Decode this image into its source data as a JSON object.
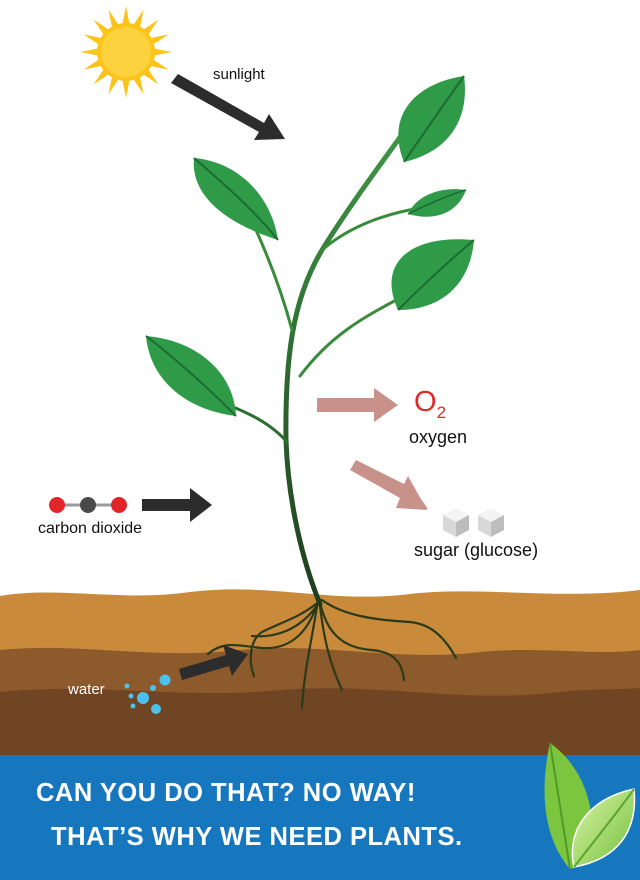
{
  "labels": {
    "sunlight": "sunlight",
    "oxygen_formula": "O",
    "oxygen_subscript": "2",
    "oxygen": "oxygen",
    "carbon_dioxide": "carbon dioxide",
    "sugar": "sugar (glucose)",
    "water": "water"
  },
  "banner": {
    "line1": "CAN YOU DO THAT? NO WAY!",
    "line2": "THAT’S WHY WE NEED PLANTS."
  },
  "colors": {
    "banner": "#1677be",
    "oxygen_text": "#e02a2a",
    "leaf": "#2f9a48",
    "stem": "#2a6e30",
    "sun": "#fcc419",
    "input_arrow": "#2c2c2c",
    "output_arrow": "#c8928a",
    "water_drops": "#4cc1ee"
  },
  "icons": [
    "sun-icon",
    "carbon-dioxide-molecule-icon",
    "sugar-cube-icon",
    "water-drops-icon",
    "leaves-icon"
  ]
}
